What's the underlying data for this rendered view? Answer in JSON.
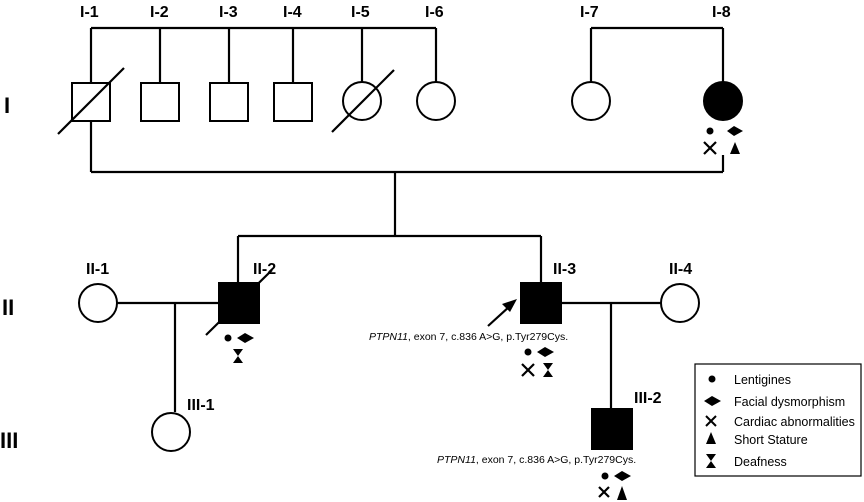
{
  "generations": {
    "g1": "I",
    "g2": "II",
    "g3": "III"
  },
  "individuals": {
    "i1": "I-1",
    "i2": "I-2",
    "i3": "I-3",
    "i4": "I-4",
    "i5": "I-5",
    "i6": "I-6",
    "i7": "I-7",
    "i8": "I-8",
    "ii1": "II-1",
    "ii2": "II-2",
    "ii3": "II-3",
    "ii4": "II-4",
    "iii1": "III-1",
    "iii2": "III-2"
  },
  "mutation": {
    "ii3": {
      "gene": "PTPN11",
      "detail": ", exon 7, c.836 A>G, p.Tyr279Cys."
    },
    "iii2": {
      "gene": "PTPN11",
      "detail": ", exon 7, c.836 A>G, p.Tyr279Cys."
    }
  },
  "legend": {
    "lentigines": "Lentigines",
    "facial": "Facial dysmorphism",
    "cardiac": "Cardiac abnormalities",
    "stature": "Short Stature",
    "deafness": "Deafness"
  },
  "colors": {
    "affected": "#000000",
    "unaffected": "#ffffff",
    "line": "#000000"
  }
}
